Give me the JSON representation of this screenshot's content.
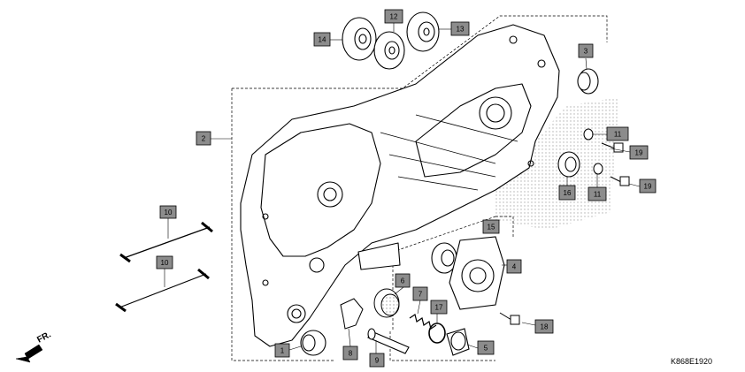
{
  "diagram": {
    "drawing_code": "K868E1920",
    "direction_label": "FR.",
    "callouts": {
      "c1": "1",
      "c2": "2",
      "c3": "3",
      "c4": "4",
      "c5": "5",
      "c6": "6",
      "c7": "7",
      "c8": "8",
      "c9": "9",
      "c10a": "10",
      "c10b": "10",
      "c11a": "11",
      "c11b": "11",
      "c12": "12",
      "c13": "13",
      "c14": "14",
      "c15": "15",
      "c16": "16",
      "c17": "17",
      "c18": "18",
      "c19a": "19",
      "c19b": "19"
    },
    "colors": {
      "callout_fill": "#8c8c8c",
      "line": "#000000",
      "halftone": "#b0b0b0"
    }
  }
}
